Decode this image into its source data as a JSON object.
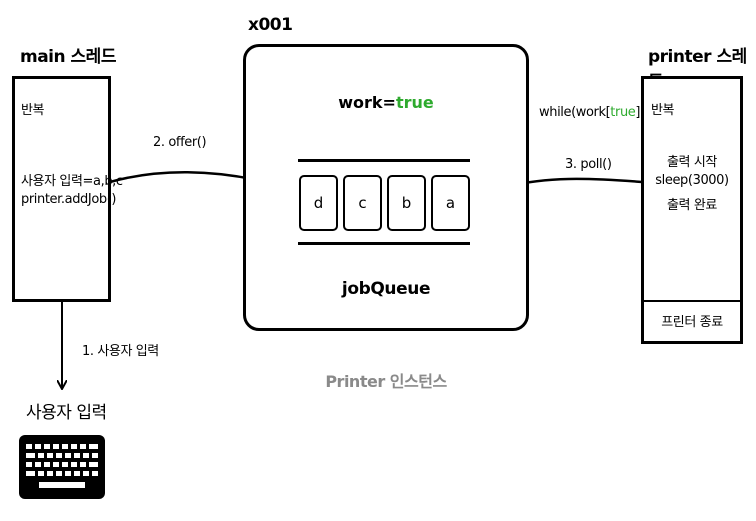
{
  "main_thread": {
    "title": "main 스레드",
    "loop": "반복",
    "line1": "사용자 입력=a,b,c",
    "line2": "printer.addJob()"
  },
  "instance": {
    "id": "x001",
    "work_prefix": "work=",
    "work_value": "true",
    "queue_items": [
      "d",
      "c",
      "b",
      "a"
    ],
    "queue_label": "jobQueue",
    "caption": "Printer 인스턴스"
  },
  "printer_thread": {
    "title": "printer 스레드",
    "loop": "반복",
    "line1": "출력 시작",
    "line2": "sleep(3000)",
    "line3": "출력 완료",
    "footer": "프린터 종료"
  },
  "arrows": {
    "offer": "2. offer()",
    "poll": "3. poll()",
    "while_prefix": "while(work[",
    "while_value": "true",
    "while_suffix": "])",
    "user_input_step": "1. 사용자 입력"
  },
  "keyboard": {
    "label": "사용자 입력",
    "icon": "keyboard-icon"
  }
}
